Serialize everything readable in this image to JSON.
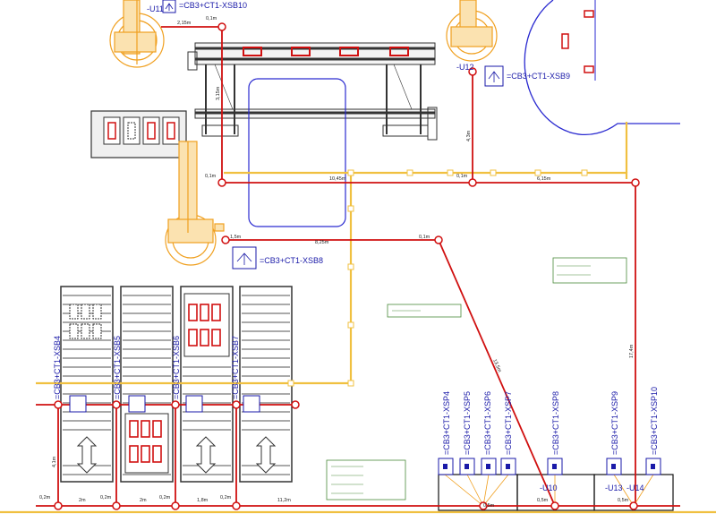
{
  "colors": {
    "red_line": "#d01010",
    "yellow_line": "#f0c040",
    "blue": "#1a1aa8",
    "robot": "#f0a020",
    "equipment": "#333333",
    "note_green": "#4a8a3a"
  },
  "units": {
    "u11": "-U11",
    "u12": "-U12",
    "u10": "-U10",
    "u13": "-U13",
    "u14": "-U14"
  },
  "sockets": {
    "xsb10": "=CB3+CT1-XSB10",
    "xsb9": "=CB3+CT1-XSB9",
    "xsb8": "=CB3+CT1-XSB8",
    "xsb4": "=CB3+CT1-XSB4",
    "xsb5": "=CB3+CT1-XSB5",
    "xsb6": "=CB3+CT1-XSB6",
    "xsb7": "=CB3+CT1-XSB7",
    "xsp4": "=CB3+CT1-XSP4",
    "xsp5": "=CB3+CT1-XSP5",
    "xsp6": "=CB3+CT1-XSP6",
    "xsp7": "=CB3+CT1-XSP7",
    "xsp8": "=CB3+CT1-XSP8",
    "xsp9": "=CB3+CT1-XSP9",
    "xsp10": "=CB3+CT1-XSP10"
  },
  "distances": {
    "d_2_15": "2,15m",
    "d_0_1_top": "0,1m",
    "d_3_15": "3,15m",
    "d_0_1_left": "0,1m",
    "d_10_45": "10,45m",
    "d_0_1_mid": "0,1m",
    "d_6_15": "6,15m",
    "d_4_3": "4,3m",
    "d_1_5": "1,5m",
    "d_8_25": "8,25m",
    "d_0_1_diag": "0,1m",
    "d_13_5": "13,5m",
    "d_17_4": "17,4m",
    "d_4_1": "4,1m",
    "d_0_2_a": "0,2m",
    "d_2m_a": "2m",
    "d_0_2_b": "0,2m",
    "d_2m_b": "2m",
    "d_0_2_c": "0,2m",
    "d_1_8": "1,8m",
    "d_0_2_d": "0,2m",
    "d_11_2": "11,2m",
    "d_0_5_a": "0,5m",
    "d_0_5_b": "0,5m",
    "d_0_5_c": "0,5m"
  }
}
